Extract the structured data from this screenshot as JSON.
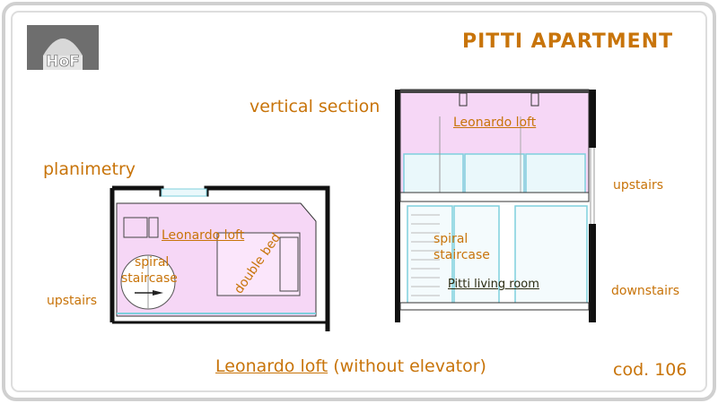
{
  "title": "PITTI APARTMENT",
  "logo": {
    "letters": "HoF"
  },
  "labels": {
    "vertical_section": "vertical section",
    "planimetry": "planimetry",
    "upstairs_left": "upstairs",
    "upstairs_right": "upstairs",
    "downstairs": "downstairs",
    "leonardo_loft_plan": "Leonardo loft",
    "leonardo_loft_section": "Leonardo loft",
    "spiral_plan_1": "spiral",
    "spiral_plan_2": "staircase",
    "spiral_section_1": "spiral",
    "spiral_section_2": "staircase",
    "double_bed": "double bed",
    "pitti_living_room": "Pitti living room"
  },
  "caption": {
    "underlined": "Leonardo loft",
    "rest": " (without elevator)"
  },
  "code": "cod. 106",
  "colors": {
    "accent": "#c8740a",
    "loft_fill": "#f6d7f6",
    "glass": "#9fdde6",
    "frame": "#cccccc"
  }
}
